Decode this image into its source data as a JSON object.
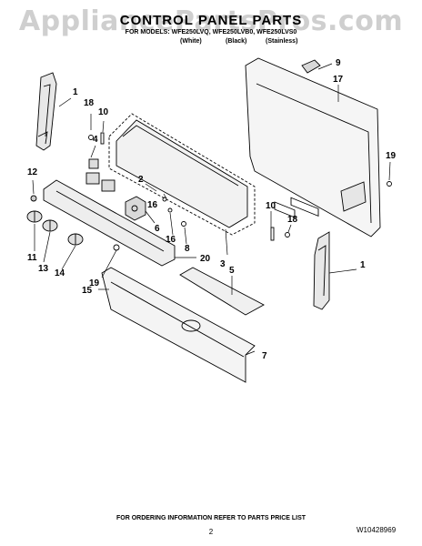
{
  "watermark": "AppliancePartsPros.com",
  "title": "CONTROL PANEL PARTS",
  "models_line": "FOR MODELS: WFE250LVQ, WFE250LVB0, WFE250LVS0",
  "color_labels": [
    "(White)",
    "(Black)",
    "(Stainless)"
  ],
  "callouts": [
    "1",
    "18",
    "10",
    "12",
    "4",
    "2",
    "16",
    "6",
    "16",
    "8",
    "20",
    "3",
    "11",
    "13",
    "14",
    "19",
    "15",
    "5",
    "7",
    "9",
    "17",
    "19",
    "10",
    "18",
    "1"
  ],
  "footer_note": "FOR ORDERING INFORMATION REFER TO PARTS PRICE LIST",
  "page_number": "2",
  "doc_number": "W10428969"
}
